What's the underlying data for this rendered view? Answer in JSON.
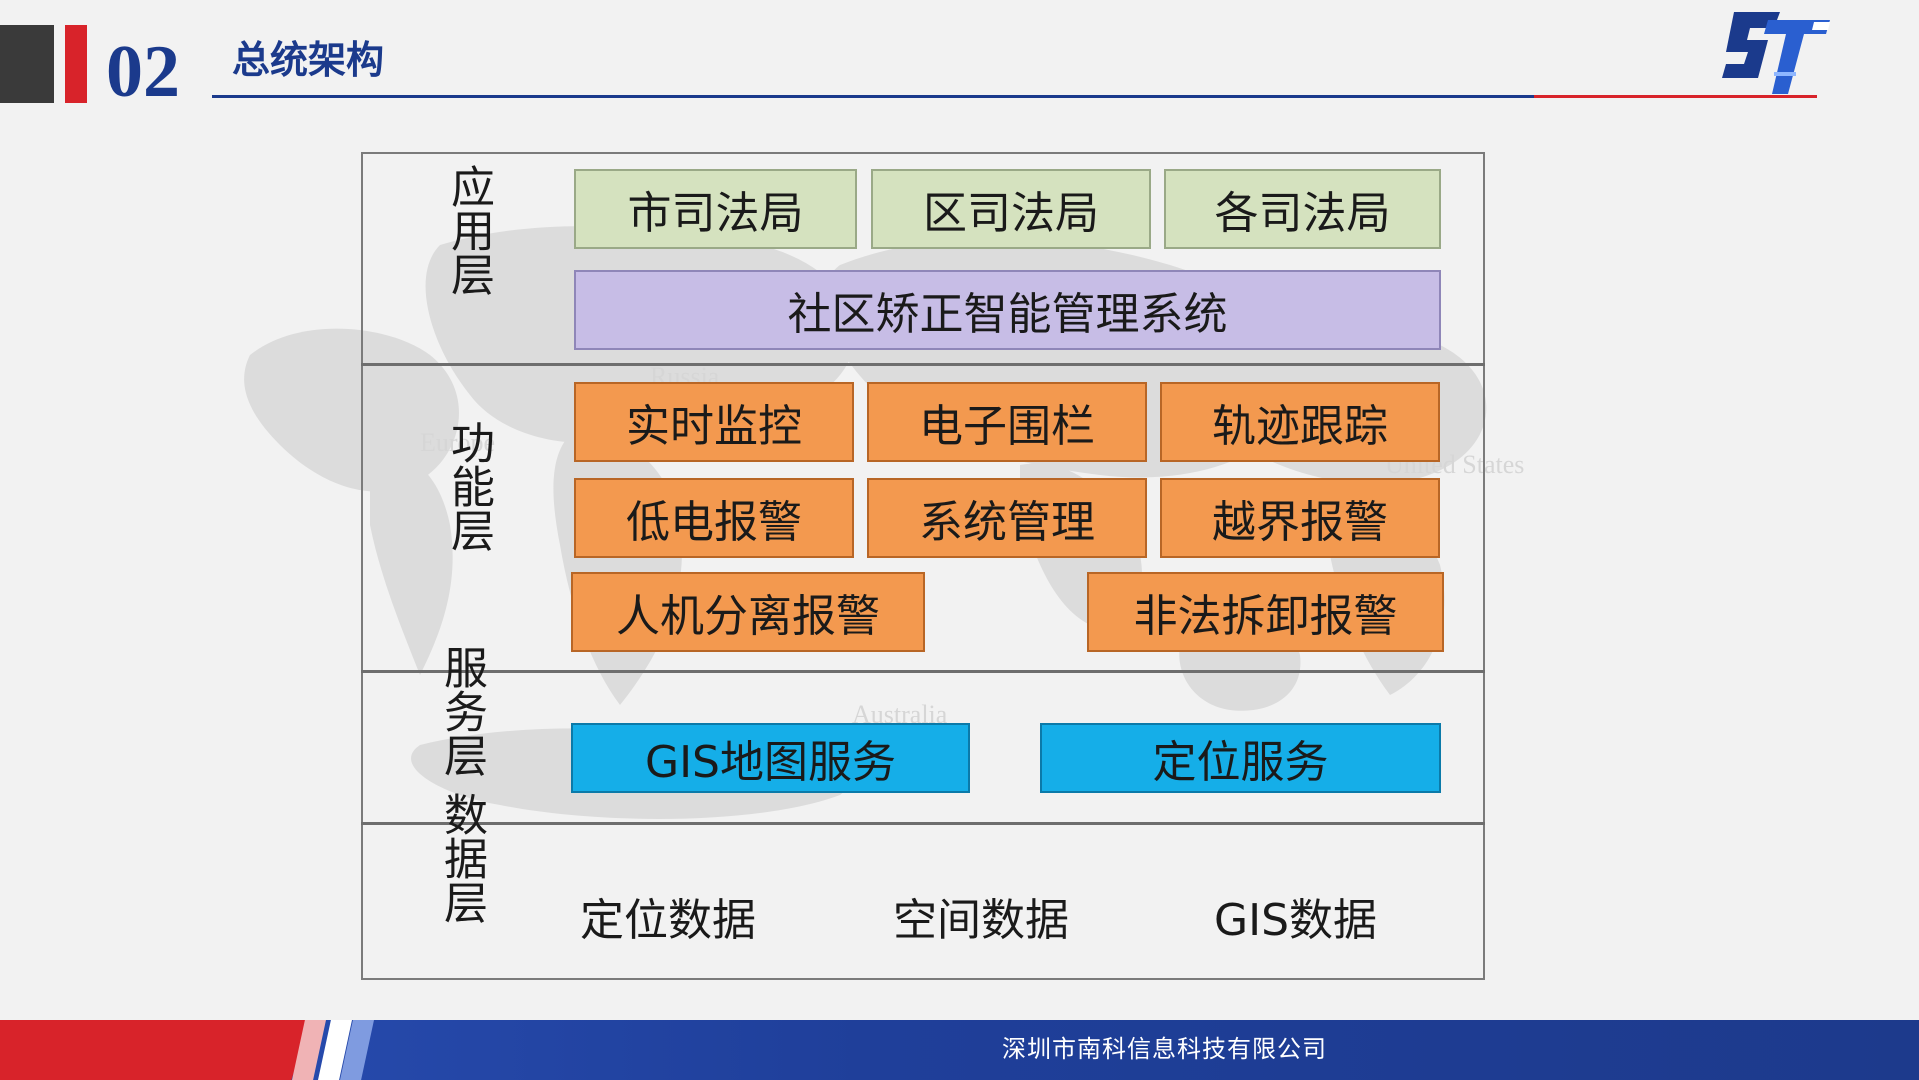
{
  "header": {
    "section_number": "02",
    "section_title": "总统架构"
  },
  "map_labels": [
    "Russia",
    "Europe",
    "United  States",
    "Australia"
  ],
  "diagram": {
    "layers": {
      "application": "应用层",
      "function": "功能层",
      "service": "服务层",
      "data": "数据层"
    },
    "application_boxes": [
      "市司法局",
      "区司法局",
      "各司法局"
    ],
    "system_box": "社区矫正智能管理系统",
    "function_boxes": [
      "实时监控",
      "电子围栏",
      "轨迹跟踪",
      "低电报警",
      "系统管理",
      "越界报警",
      "人机分离报警",
      "非法拆卸报警"
    ],
    "service_boxes": [
      "GIS地图服务",
      "定位服务"
    ],
    "data_items": [
      "定位数据",
      "空间数据",
      "GIS数据"
    ]
  },
  "footer": {
    "company": "深圳市南科信息科技有限公司"
  },
  "colors": {
    "brand_blue": "#1b3a8c",
    "brand_red": "#d8232a",
    "application_box": "#d5e2bf",
    "system_box": "#c7bde6",
    "function_box": "#f3994f",
    "service_box": "#15aee8"
  }
}
